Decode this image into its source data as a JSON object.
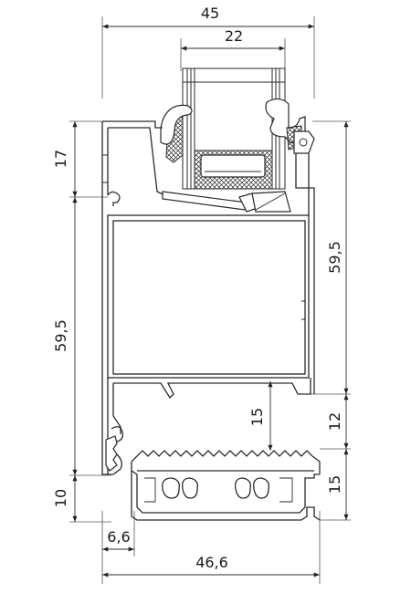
{
  "dimensions": {
    "top_overall": "45",
    "top_glass": "22",
    "left_upper": "17",
    "left_middle": "59,5",
    "left_lower": "10",
    "bottom_small": "6,6",
    "bottom_overall": "46,6",
    "right_upper": "59,5",
    "right_middle": "12",
    "right_lower": "15",
    "inner_gap": "15"
  }
}
